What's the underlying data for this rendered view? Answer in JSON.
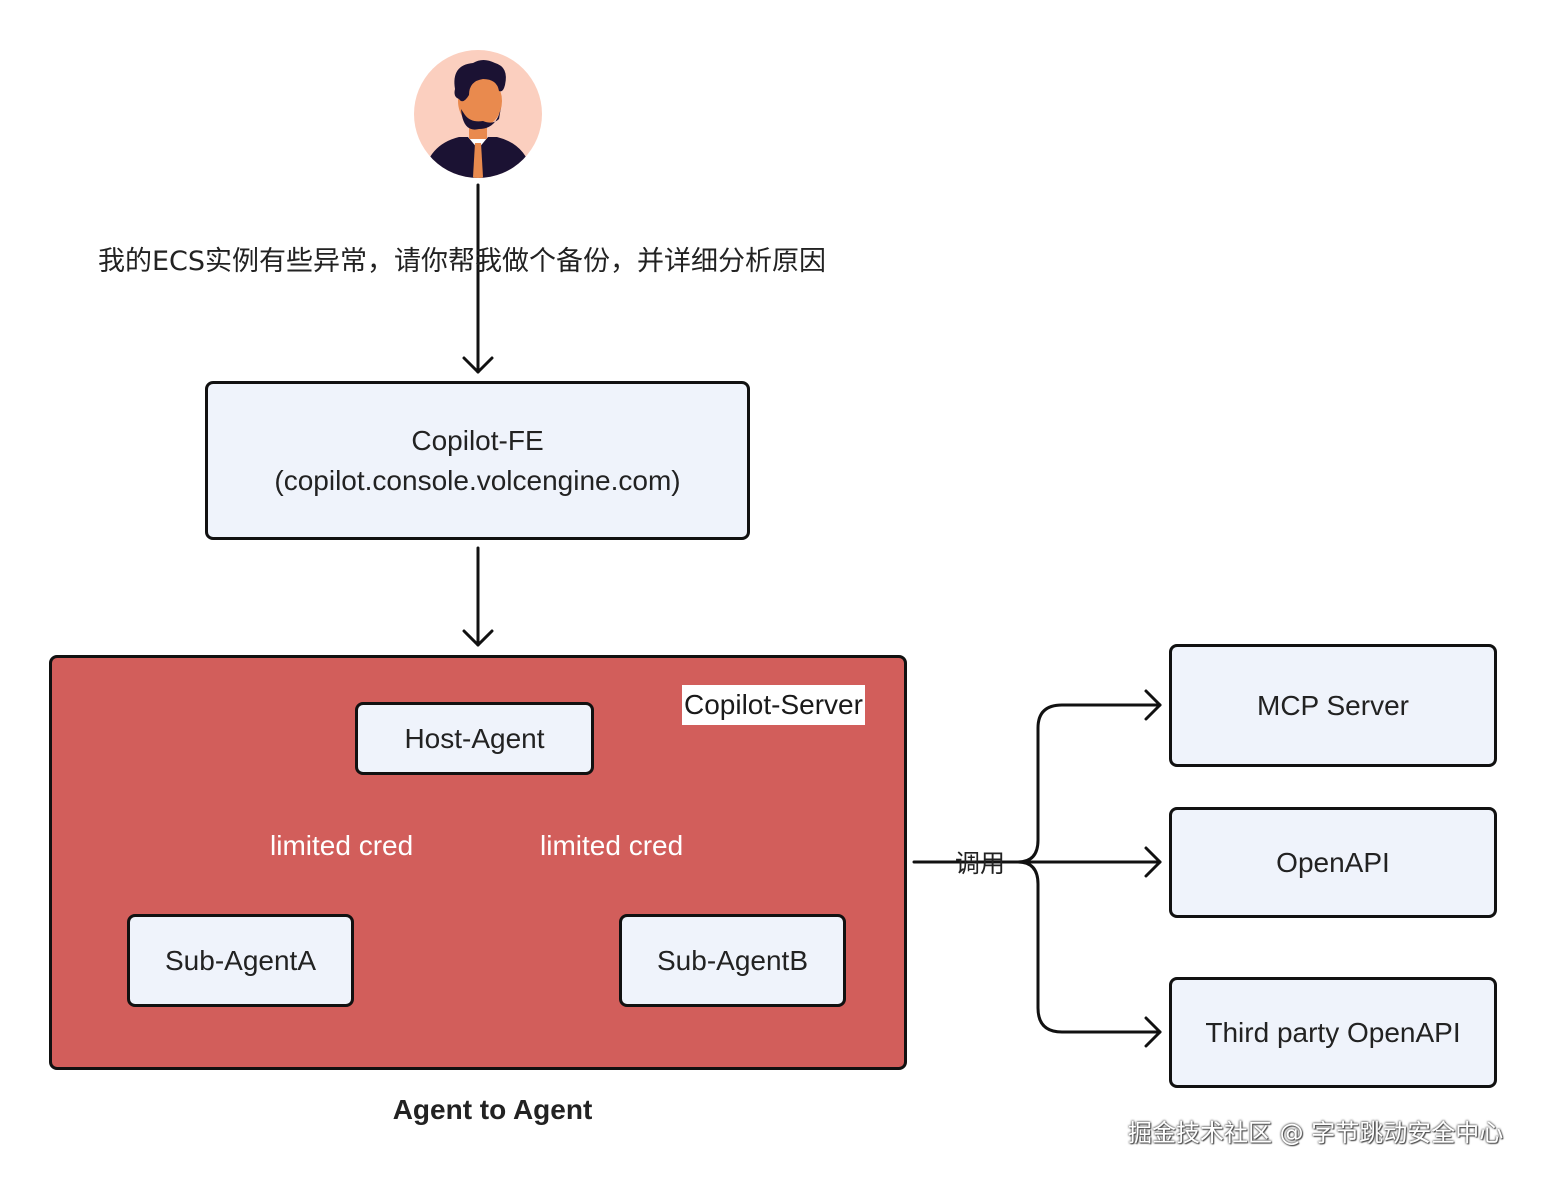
{
  "user": {
    "request": "我的ECS实例有些异常，请你帮我做个备份，并详细分析原因"
  },
  "frontend": {
    "name": "Copilot-FE",
    "url": "(copilot.console.volcengine.com)"
  },
  "server": {
    "label": "Copilot-Server",
    "host_agent": "Host-Agent",
    "edge_left": "limited cred",
    "edge_right": "limited cred",
    "sub_agent_a": "Sub-AgentA",
    "sub_agent_b": "Sub-AgentB"
  },
  "caption": "Agent to Agent",
  "call_label": "调用",
  "targets": {
    "mcp": "MCP Server",
    "openapi": "OpenAPI",
    "third_party": "Third party OpenAPI"
  },
  "watermark": "掘金技术社区 @ 字节跳动安全中心",
  "colors": {
    "server_fill": "#d25e5b",
    "box_fill": "#eff3fb",
    "avatar_bg": "#fbcfbf",
    "line": "#111111"
  }
}
